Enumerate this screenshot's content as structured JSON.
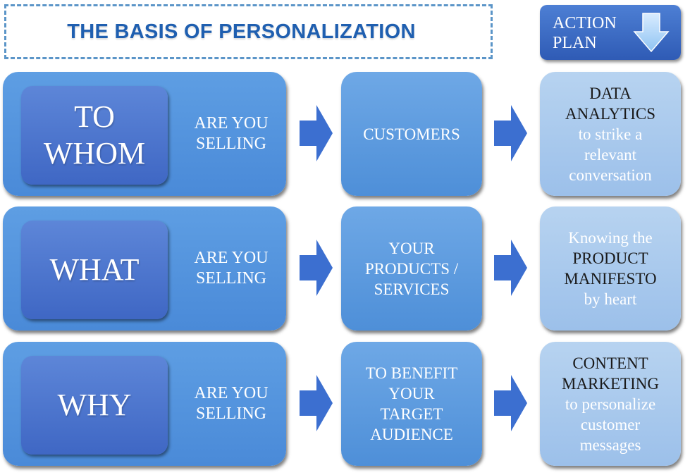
{
  "title": "THE BASIS OF PERSONALIZATION",
  "action_plan": {
    "line1": "ACTION",
    "line2": "PLAN",
    "icon": "arrow-down-icon"
  },
  "colors": {
    "title_blue": "#1f5fb0",
    "frame_dash": "#5b95c8",
    "row_blue": "#4a8ad8",
    "inner_blue": "#3f67c4",
    "light_blue": "#9cc0ea",
    "arrow_blue": "#3c6fd0"
  },
  "rows": [
    {
      "key": "TO WHOM",
      "key_lines": [
        "TO",
        "WHOM"
      ],
      "question_lines": [
        "ARE YOU",
        "SELLING"
      ],
      "answer_lines": [
        "CUSTOMERS"
      ],
      "action_lines": [
        {
          "text": "DATA",
          "style": "dark"
        },
        {
          "text": "ANALYTICS",
          "style": "dark"
        },
        {
          "text": "to strike a",
          "style": "light"
        },
        {
          "text": "relevant",
          "style": "light"
        },
        {
          "text": "conversation",
          "style": "light"
        }
      ]
    },
    {
      "key": "WHAT",
      "key_lines": [
        "WHAT"
      ],
      "question_lines": [
        "ARE YOU",
        "SELLING"
      ],
      "answer_lines": [
        "YOUR",
        "PRODUCTS /",
        "SERVICES"
      ],
      "action_lines": [
        {
          "text": "Knowing the",
          "style": "light"
        },
        {
          "text": "PRODUCT",
          "style": "dark"
        },
        {
          "text": "MANIFESTO",
          "style": "dark"
        },
        {
          "text": "by heart",
          "style": "light"
        }
      ]
    },
    {
      "key": "WHY",
      "key_lines": [
        "WHY"
      ],
      "question_lines": [
        "ARE YOU",
        "SELLING"
      ],
      "answer_lines": [
        "TO BENEFIT",
        "YOUR",
        "TARGET",
        "AUDIENCE"
      ],
      "action_lines": [
        {
          "text": "CONTENT",
          "style": "dark"
        },
        {
          "text": "MARKETING",
          "style": "dark"
        },
        {
          "text": "to personalize",
          "style": "light"
        },
        {
          "text": "customer",
          "style": "light"
        },
        {
          "text": "messages",
          "style": "light"
        }
      ]
    }
  ]
}
